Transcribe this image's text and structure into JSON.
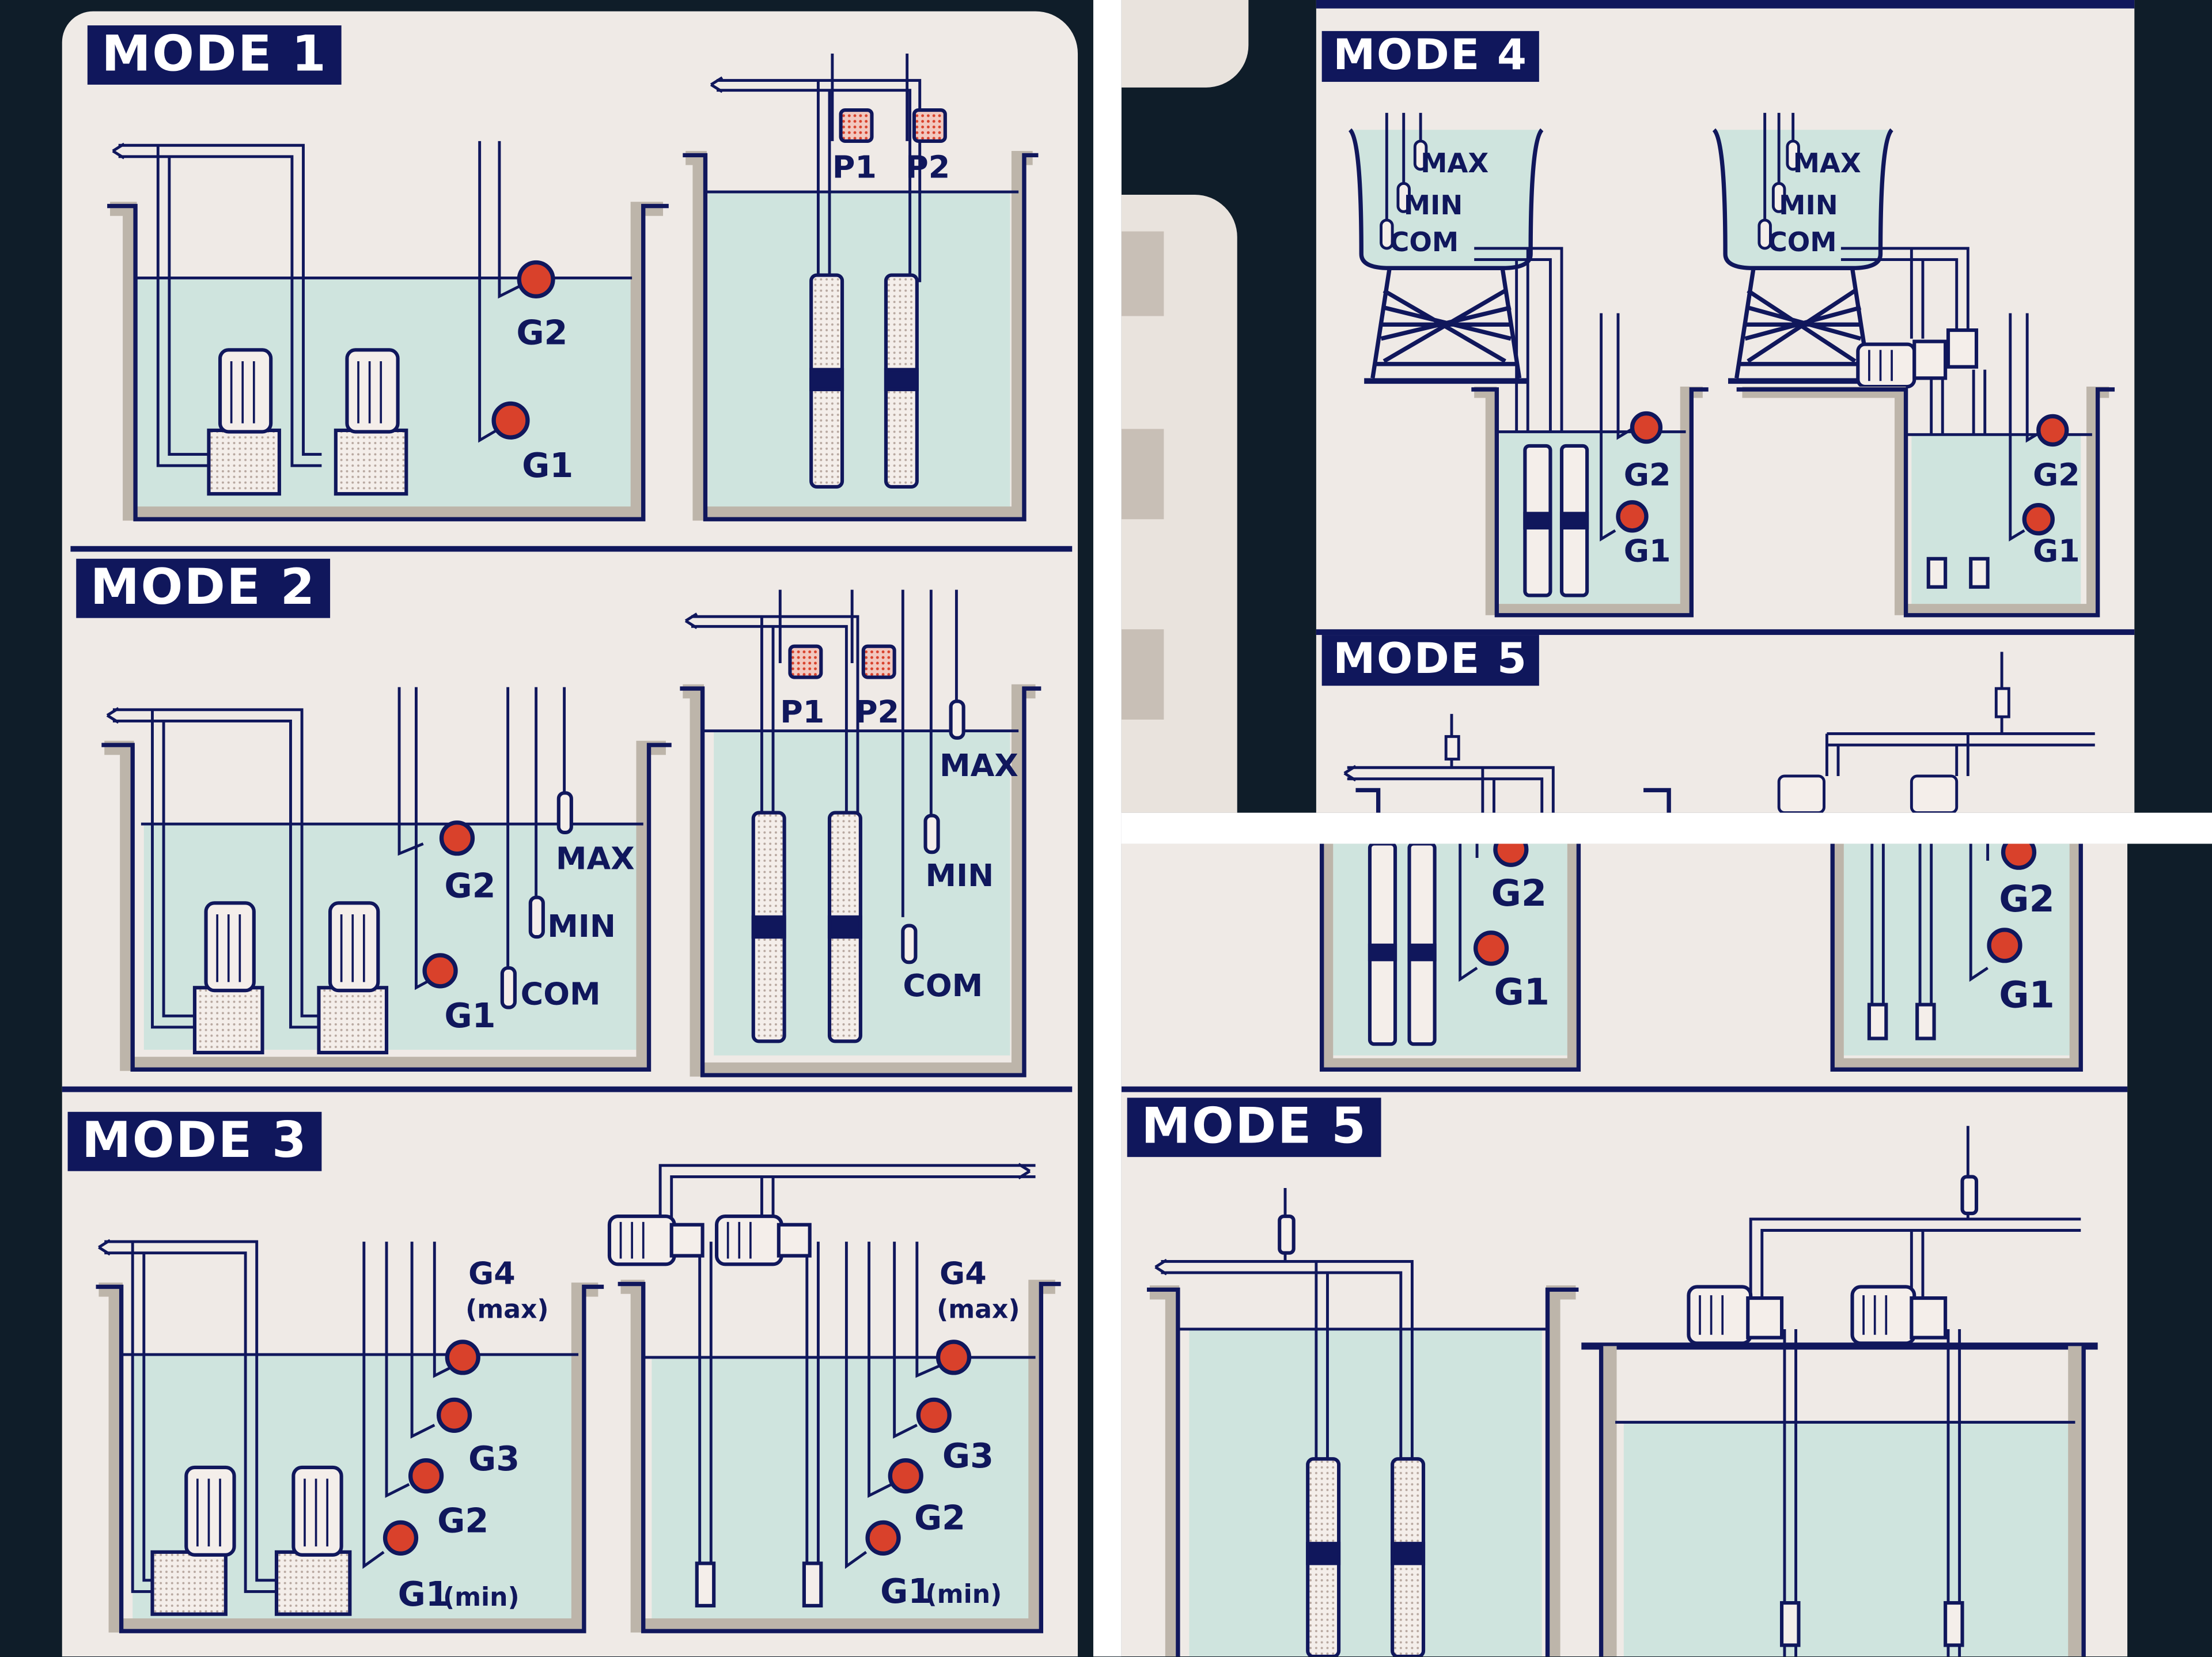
{
  "modes": {
    "mode1": {
      "title": "MODE 1",
      "sensors_left": [
        "G2",
        "G1"
      ],
      "pumps_right": [
        "P1",
        "P2"
      ]
    },
    "mode2": {
      "title": "MODE 2",
      "sensors_left": [
        "G2",
        "G1"
      ],
      "electrodes_left": [
        "MAX",
        "MIN",
        "COM"
      ],
      "pumps_right": [
        "P1",
        "P2"
      ],
      "electrodes_right": [
        "MAX",
        "MIN",
        "COM"
      ]
    },
    "mode3": {
      "title": "MODE 3",
      "sensors_left": [
        "G4",
        "(max)",
        "G3",
        "G2",
        "G1",
        "(min)"
      ],
      "sensors_right": [
        "G4",
        "(max)",
        "G3",
        "G2",
        "G1",
        "(min)"
      ]
    },
    "mode4": {
      "title": "MODE 4",
      "tank_electrodes": [
        "MAX",
        "MIN",
        "COM"
      ],
      "sensors": [
        "G2",
        "G1"
      ]
    },
    "mode5": {
      "title": "MODE 5",
      "sensors_cont": [
        "G2",
        "G1"
      ]
    }
  },
  "colors": {
    "navy": "#10175c",
    "paper": "#efeae6",
    "water": "#cfe4de",
    "wall": "#bdb5aa",
    "background": "#0d1a26",
    "float_red": "#d9412b"
  }
}
